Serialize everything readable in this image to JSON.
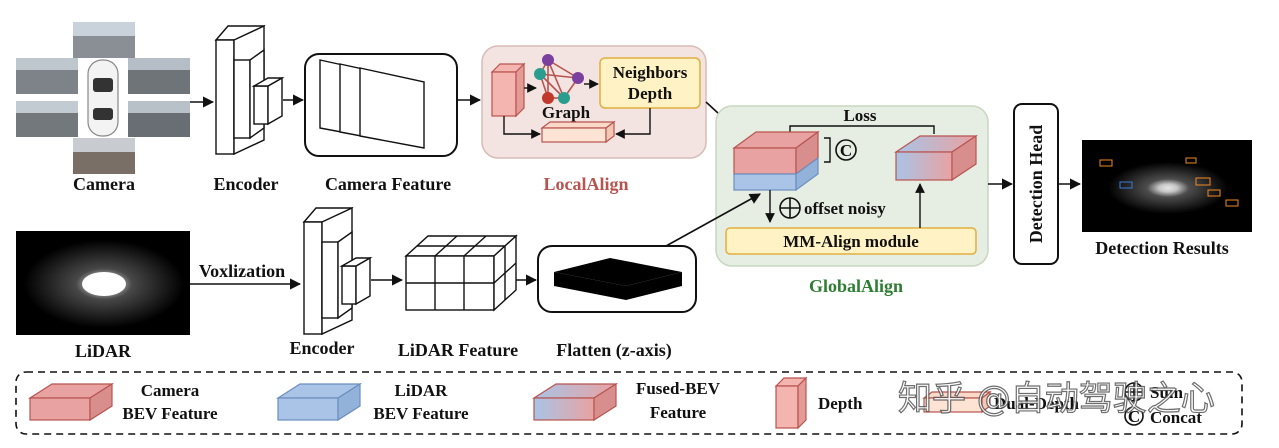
{
  "labels": {
    "camera": "Camera",
    "encoder_top": "Encoder",
    "camera_feature": "Camera Feature",
    "localalign": "LocalAlign",
    "graph": "Graph",
    "neighbors_depth_1": "Neighbors",
    "neighbors_depth_2": "Depth",
    "loss": "Loss",
    "concat_symbol": "C",
    "offset_noisy": "offset noisy",
    "mm_align": "MM-Align module",
    "globalalign": "GlobalAlign",
    "detection_head": "Detection Head",
    "detection_results": "Detection Results",
    "lidar": "LiDAR",
    "voxlization": "Voxlization",
    "encoder_bottom": "Encoder",
    "lidar_feature": "LiDAR Feature",
    "flatten": "Flatten (z-axis)"
  },
  "legend": {
    "camera_bev_1": "Camera",
    "camera_bev_2": "BEV Feature",
    "lidar_bev_1": "LiDAR",
    "lidar_bev_2": "BEV Feature",
    "fused_bev_1": "Fused-BEV",
    "fused_bev_2": "Feature",
    "depth": "Depth",
    "dual_depth": "Dual-Depth",
    "sum": "Sum",
    "concat": "Concat",
    "concat_symbol": "C"
  },
  "watermark": "知乎 @自动驾驶之心",
  "colors": {
    "camera_bev": "#e8a2a2",
    "lidar_bev": "#a9c4e6",
    "depth": "#f4b5b0",
    "localalign_bg": "#f3e3e1",
    "globalalign_bg": "#e6ede2",
    "neighbors_fill": "#fff2c4",
    "mm_align_fill": "#fff2c4",
    "graph_node_teal": "#2a9d8f",
    "graph_node_red": "#c0392b",
    "graph_node_purple": "#7b3fa0"
  }
}
